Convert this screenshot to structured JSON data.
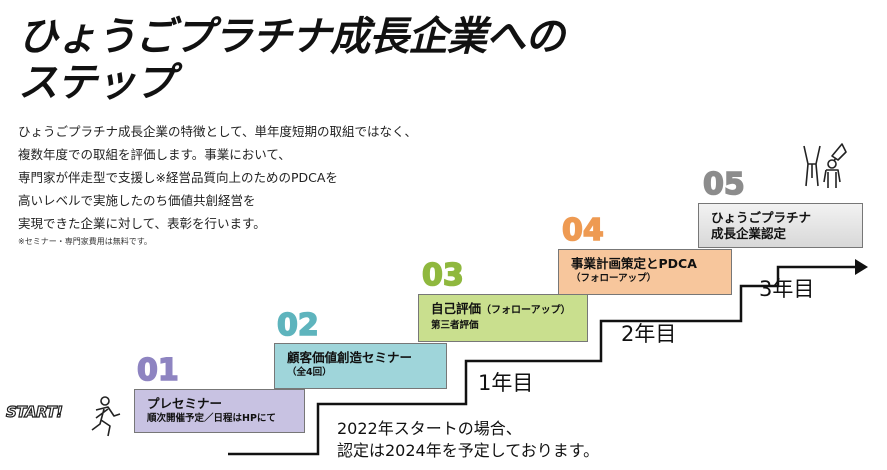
{
  "title_line1": "ひょうごプラチナ成長企業への",
  "title_line2": "ステップ",
  "description": [
    "ひょうごプラチナ成長企業の特徴として、単年度短期の取組ではなく、",
    "複数年度での取組を評価します。事業において、",
    "専門家が伴走型で支援し※経営品質向上のためのPDCAを",
    "高いレベルで実施したのち価値共創経営を",
    "実現できた企業に対して、表彰を行います。"
  ],
  "note": "※セミナー・専門家費用は無料です。",
  "start_label": "START!",
  "colors": {
    "step1": "#c8c2e2",
    "step1_num": "#8e84c1",
    "step2": "#9fd5da",
    "step2_num": "#5eb4bd",
    "step3": "#c9df8e",
    "step3_num": "#8fb83e",
    "step4": "#f7c69c",
    "step4_num": "#ee9a52",
    "step5": "#d8d8d8",
    "step5_num": "#8c8c8c"
  },
  "steps": [
    {
      "num": "01",
      "title": "プレセミナー",
      "sub": "順次開催予定／日程はHPにて"
    },
    {
      "num": "02",
      "title": "顧客価値創造セミナー",
      "sub": "（全4回）"
    },
    {
      "num": "03",
      "title": "自己評価",
      "title_paren": "（フォローアップ）",
      "sub": "第三者評価"
    },
    {
      "num": "04",
      "title": "事業計画策定とPDCA",
      "sub": "（フォローアップ）"
    },
    {
      "num": "05",
      "title": "ひょうごプラチナ",
      "sub": "成長企業認定"
    }
  ],
  "years": [
    "1年目",
    "2年目",
    "3年目"
  ],
  "bottom_note": [
    "2022年スタートの場合、",
    "認定は2024年を予定しております。"
  ]
}
